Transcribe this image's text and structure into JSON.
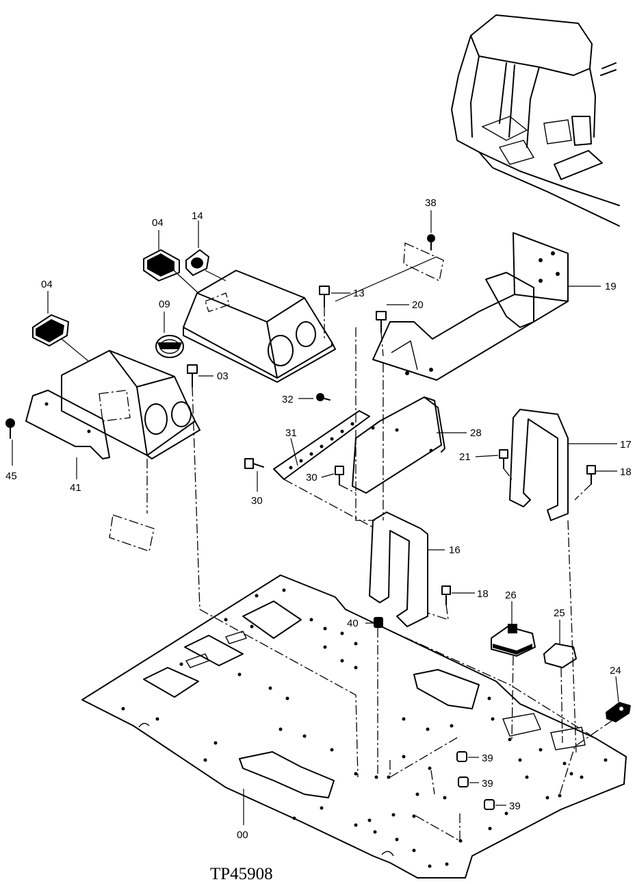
{
  "figure_id": "TP45908",
  "callouts": [
    "38",
    "04",
    "14",
    "13",
    "19",
    "20",
    "04",
    "09",
    "03",
    "32",
    "31",
    "28",
    "17",
    "21",
    "18",
    "45",
    "41",
    "30",
    "30",
    "16",
    "18",
    "26",
    "40",
    "25",
    "24",
    "39",
    "39",
    "39",
    "00"
  ],
  "colors": {
    "ink": "#000000",
    "paper": "#ffffff"
  }
}
